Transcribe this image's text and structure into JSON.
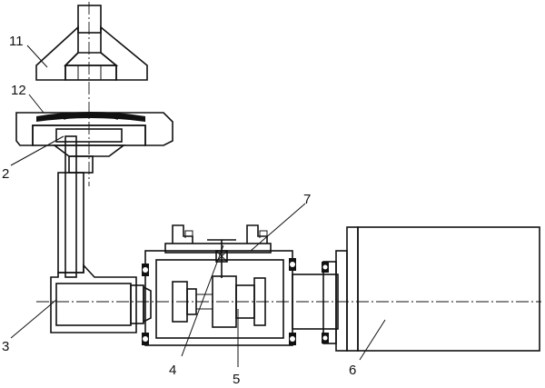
{
  "labels": {
    "l11": "11",
    "l12": "12",
    "l2": "2",
    "l3": "3",
    "l4": "4",
    "l5": "5",
    "l6": "6",
    "l7": "7"
  },
  "colors": {
    "ink": "#111111",
    "paper": "#ffffff"
  }
}
